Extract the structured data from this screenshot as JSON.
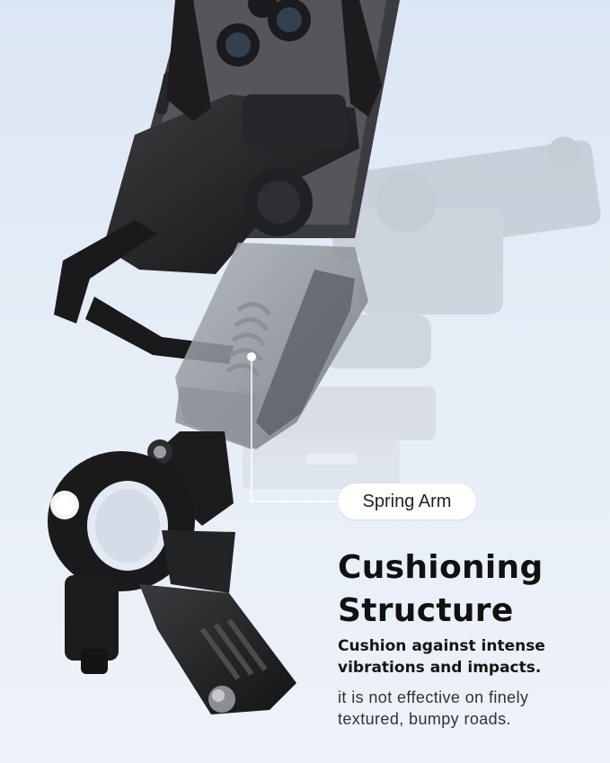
{
  "callout": {
    "label": "Spring Arm"
  },
  "heading": {
    "line1": "Cushioning",
    "line2": "Structure"
  },
  "subheading": {
    "line1": "Cushion against intense",
    "line2": "vibrations and impacts."
  },
  "note": {
    "line1": "it is not effective on finely",
    "line2": "textured, bumpy roads."
  },
  "colors": {
    "background": "#dfe8f4",
    "pill": "#ffffff",
    "heading": "#111111",
    "mount": "#1f1f21"
  }
}
